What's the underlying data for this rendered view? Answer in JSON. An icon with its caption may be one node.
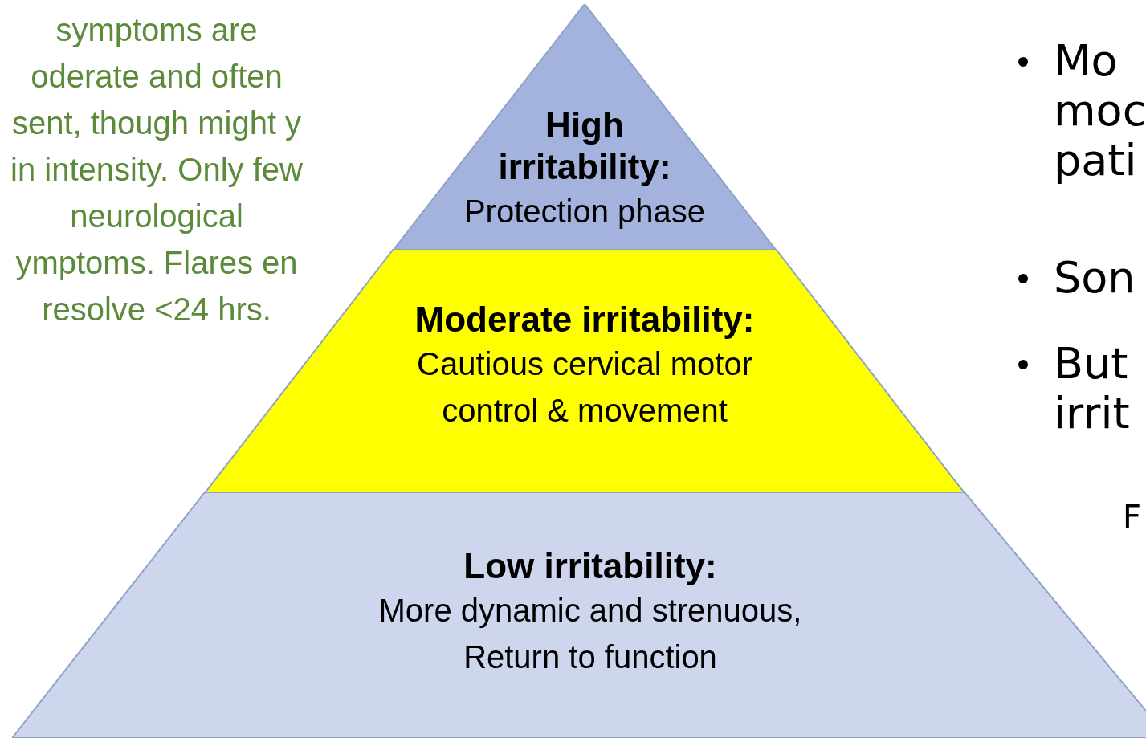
{
  "diagram": {
    "nodes": [
      {
        "text": [
          "High irritability:",
          "Protection phase"
        ]
      },
      {
        "text": [
          "Moderate irritability:",
          "Cautious cervical motor control & movement"
        ]
      },
      {
        "text": [
          "Low irritability:",
          "More dynamic and strenuous, Return to function"
        ]
      }
    ],
    "labels": [
      "symptoms are oderate and often sent, though might y in intensity. Only few neurological ymptoms. Flares en resolve <24 hrs.",
      "Mo moc pati",
      "Son",
      "But irrit",
      "F"
    ]
  }
}
